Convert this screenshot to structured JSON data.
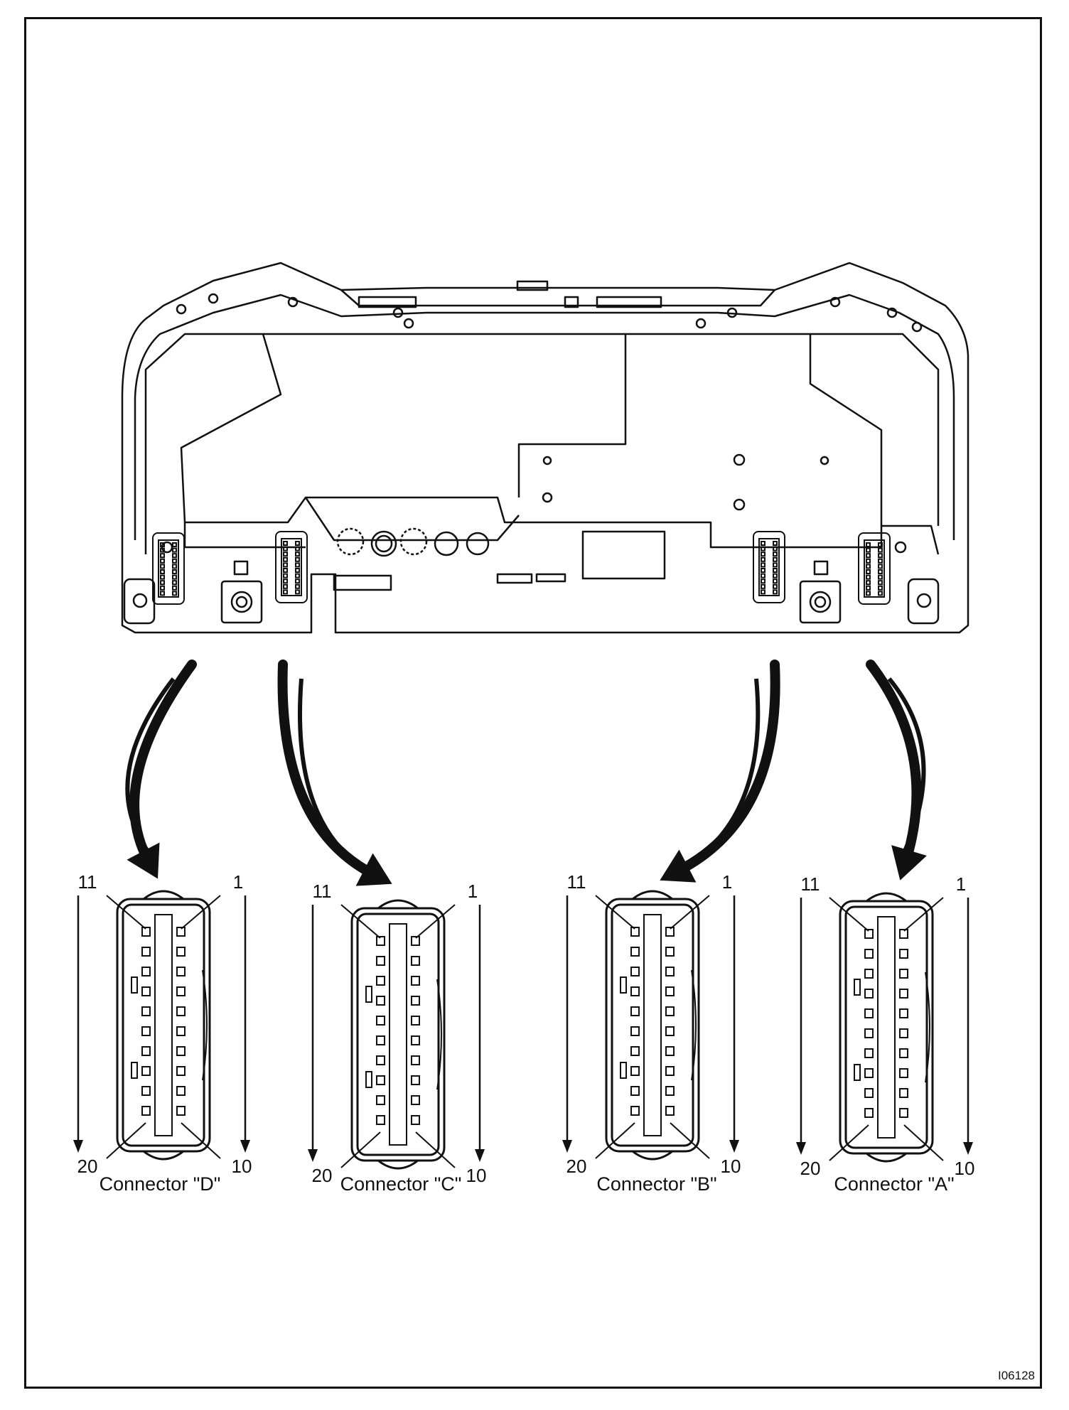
{
  "figure_id": "I06128",
  "connectors": [
    {
      "id": "D",
      "caption": "Connector \"D\"",
      "pin_top_left": "11",
      "pin_top_right": "1",
      "pin_bottom_left": "20",
      "pin_bottom_right": "10"
    },
    {
      "id": "C",
      "caption": "Connector \"C\"",
      "pin_top_left": "11",
      "pin_top_right": "1",
      "pin_bottom_left": "20",
      "pin_bottom_right": "10"
    },
    {
      "id": "B",
      "caption": "Connector \"B\"",
      "pin_top_left": "11",
      "pin_top_right": "1",
      "pin_bottom_left": "20",
      "pin_bottom_right": "10"
    },
    {
      "id": "A",
      "caption": "Connector \"A\"",
      "pin_top_left": "11",
      "pin_top_right": "1",
      "pin_bottom_left": "20",
      "pin_bottom_right": "10"
    }
  ],
  "colors": {
    "line": "#111111",
    "background": "#ffffff"
  }
}
